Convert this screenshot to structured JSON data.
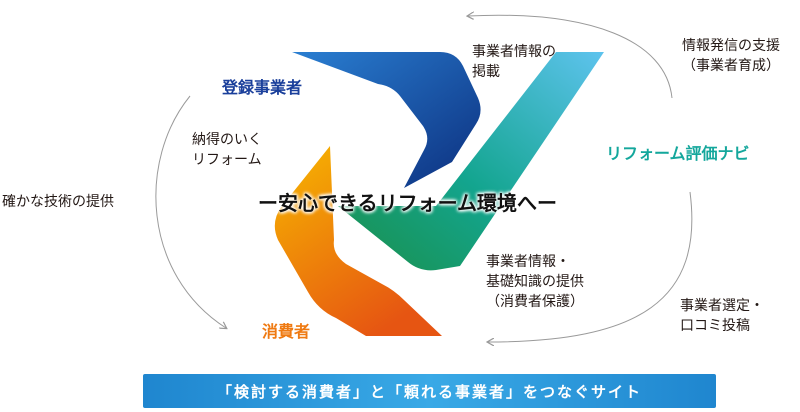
{
  "nodes": {
    "registered_company": "登録事業者",
    "reform_navi": "リフォーム評価ナビ",
    "consumer": "消費者"
  },
  "labels": {
    "company_info_listing_line1": "事業者情報の",
    "company_info_listing_line2": "掲載",
    "info_support_line1": "情報発信の支援",
    "info_support_line2": "（事業者育成）",
    "satisfying_line1": "納得のいく",
    "satisfying_line2": "リフォーム",
    "reliable_tech": "確かな技術の提供",
    "basic_info_line1": "事業者情報・",
    "basic_info_line2": "基礎知識の提供",
    "basic_info_line3": "（消費者保護）",
    "selection_line1": "事業者選定・",
    "selection_line2": "口コミ投稿"
  },
  "center_message": "ー安心できるリフォーム環境へー",
  "banner": "「検討する消費者」と「頼れる事業者」をつなぐサイト",
  "colors": {
    "blue": "#1a3f9b",
    "teal": "#14a79c",
    "orange": "#ef7a12",
    "banner": "#2a97da"
  }
}
